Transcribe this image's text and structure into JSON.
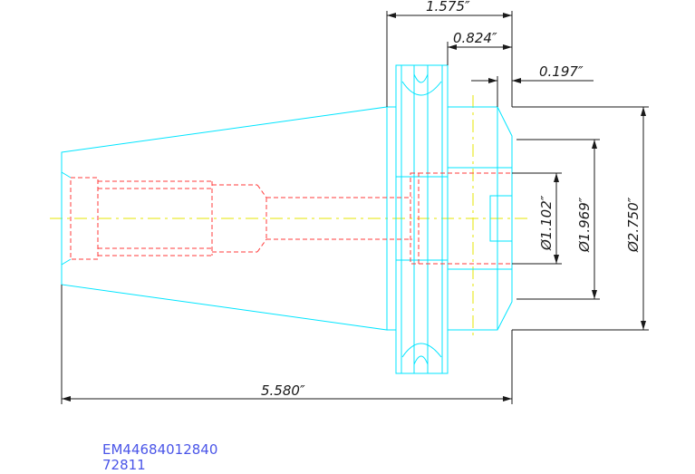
{
  "dimensions": {
    "length_top": "1.575″",
    "flange_width": "0.824″",
    "nose_width": "0.197″",
    "bore_dia": "Ø1.102″",
    "body_dia": "Ø1.969″",
    "flange_dia": "Ø2.750″",
    "overall_length": "5.580″"
  },
  "caption": {
    "part_number": "EM44684012840",
    "item_number": "72811"
  },
  "colors": {
    "outline": "#00e5ff",
    "hidden": "#ff3b3b",
    "centerline": "#e6e600",
    "dimension": "#1a1a1a",
    "caption": "#4a55e8"
  }
}
